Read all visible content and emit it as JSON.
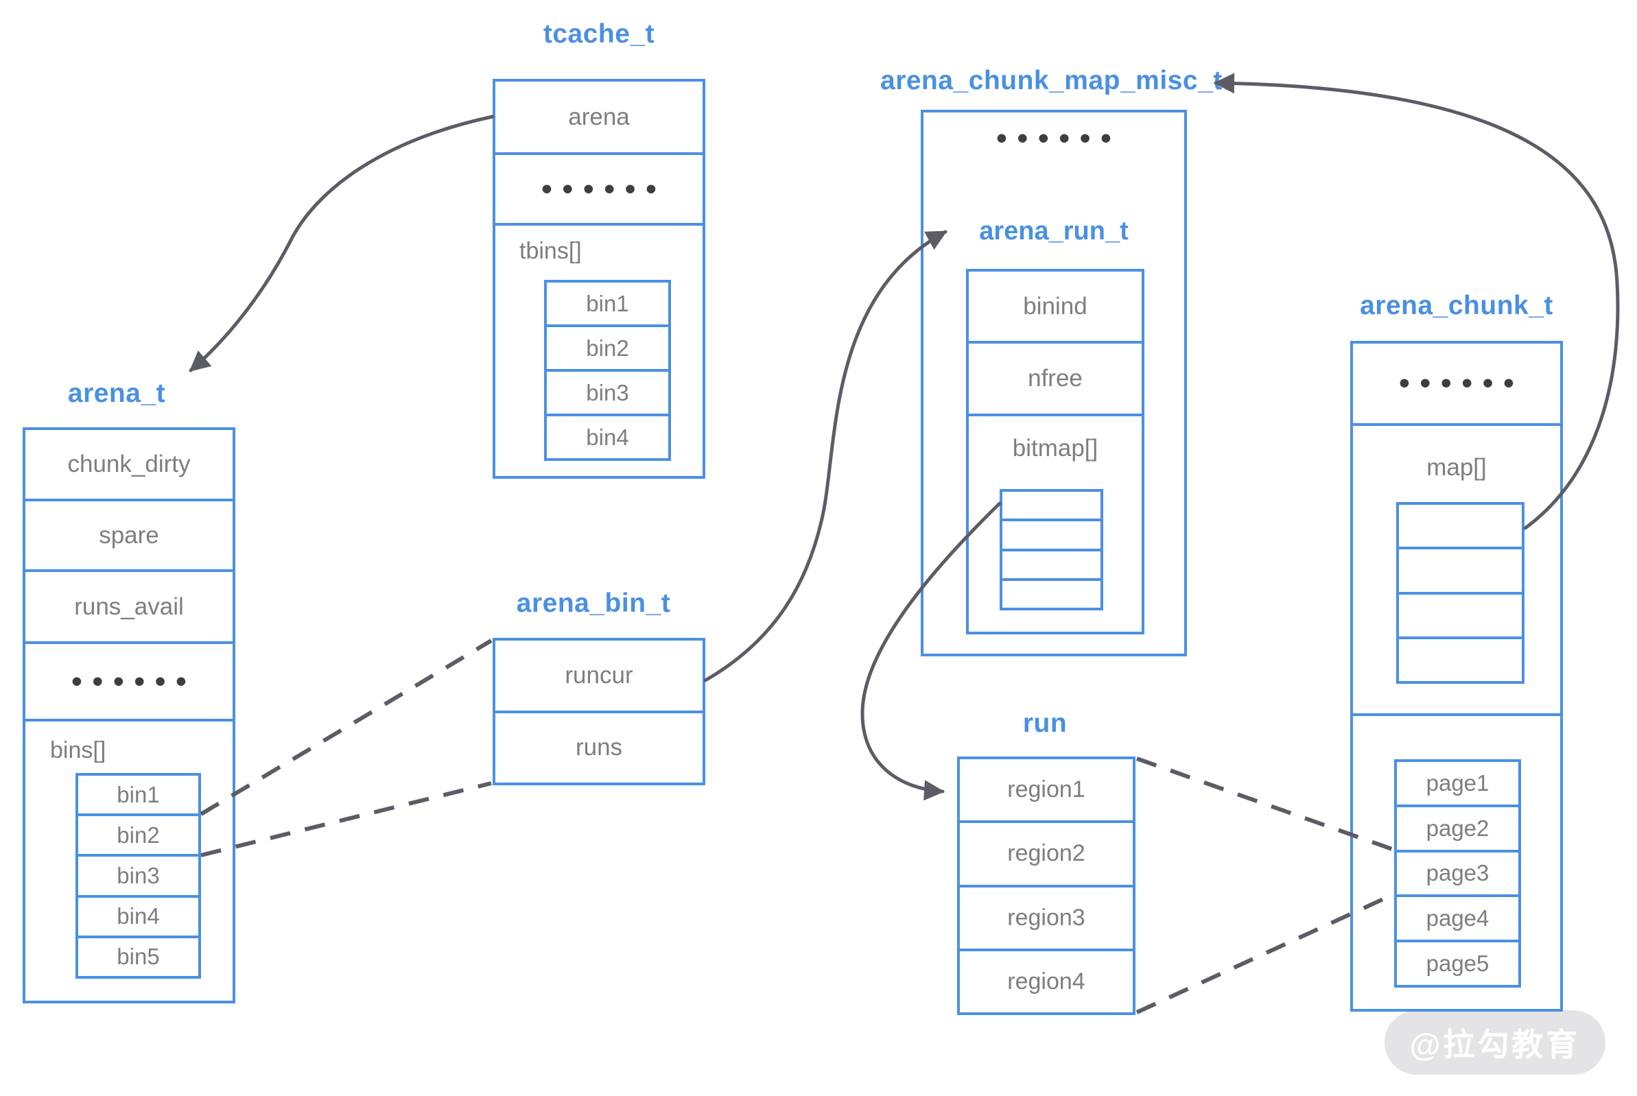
{
  "colors": {
    "box_border": "#4a90e2",
    "title_text": "#4a90e2",
    "field_text": "#7d7d82",
    "connector": "#5c5c66",
    "dots": "#3d3d42",
    "watermark_bg": "#e4e4e7",
    "watermark_text": "#ffffff"
  },
  "tcache": {
    "title": "tcache_t",
    "rows": [
      "arena",
      "••••••"
    ],
    "array_label": "tbins[]",
    "bins": [
      "bin1",
      "bin2",
      "bin3",
      "bin4"
    ]
  },
  "arena": {
    "title": "arena_t",
    "rows": [
      "chunk_dirty",
      "spare",
      "runs_avail",
      "••••••"
    ],
    "array_label": "bins[]",
    "bins": [
      "bin1",
      "bin2",
      "bin3",
      "bin4",
      "bin5"
    ]
  },
  "arena_bin": {
    "title": "arena_bin_t",
    "rows": [
      "runcur",
      "runs"
    ]
  },
  "chunk_map_misc": {
    "title": "arena_chunk_map_misc_t",
    "dots": "••••••",
    "run_struct": {
      "title": "arena_run_t",
      "rows": [
        "binind",
        "nfree"
      ],
      "bitmap_label": "bitmap[]",
      "bitmap_cell_count": 4
    }
  },
  "run": {
    "title": "run",
    "regions": [
      "region1",
      "region2",
      "region3",
      "region4"
    ]
  },
  "chunk": {
    "title": "arena_chunk_t",
    "dots": "••••••",
    "map_label": "map[]",
    "map_cell_count": 4,
    "pages": [
      "page1",
      "page2",
      "page3",
      "page4",
      "page5"
    ]
  },
  "watermark": {
    "text": "@拉勾教育"
  }
}
